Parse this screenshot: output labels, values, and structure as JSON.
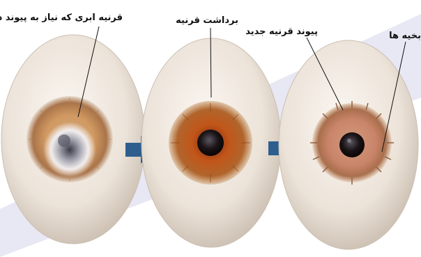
{
  "steps": [
    {
      "label": "قرنیه ابری که نیاز به پیوند دارد",
      "icon": "cloudy-cornea-eye"
    },
    {
      "label": "برداشت قرنیه",
      "icon": "cornea-removed-eye"
    },
    {
      "label": "پیوند قرنیه جدید",
      "icon": "grafted-cornea-eye"
    }
  ],
  "extra_label": "بخیه ها",
  "arrows": [
    "arrow-right-icon",
    "arrow-right-icon"
  ],
  "colors": {
    "background_band": "#e6e4f3",
    "sclera": "#f1ebe4",
    "iris_outer": "#c98a4c",
    "iris_inner": "#b8551b",
    "pupil": "#1a0d08",
    "arrow": "#2e5e8e"
  }
}
